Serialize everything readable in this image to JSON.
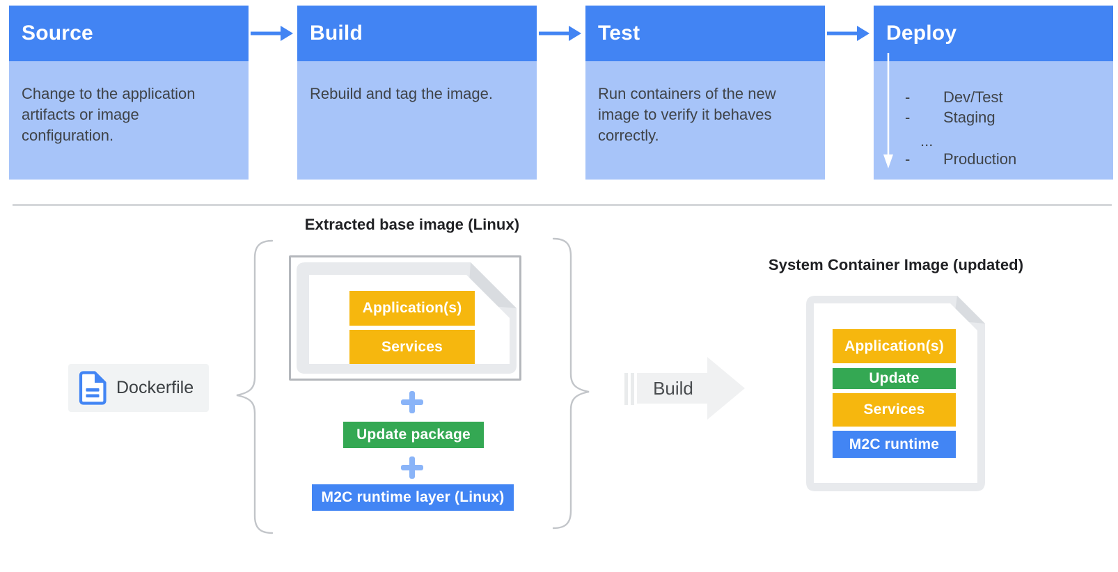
{
  "colors": {
    "stage_header_blue": "#4284F3",
    "stage_body_blue": "#A7C4F9",
    "flow_arrow_blue": "#4284F3",
    "layer_yellow": "#F6B70E",
    "layer_green": "#34A853",
    "layer_blue": "#4285F4",
    "plus_blue": "#8AB4F8",
    "file_gray": "#E8EAED",
    "build_arrow_gray": "#F0F1F2"
  },
  "pipeline": {
    "stages": [
      {
        "title": "Source",
        "description": "Change to the application artifacts or image configuration."
      },
      {
        "title": "Build",
        "description": "Rebuild and tag the image."
      },
      {
        "title": "Test",
        "description": "Run containers of the new image to verify it behaves correctly."
      },
      {
        "title": "Deploy",
        "description": ""
      }
    ],
    "deploy_targets": [
      {
        "bullet": "-",
        "label": "Dev/Test"
      },
      {
        "bullet": "-",
        "label": "Staging"
      },
      {
        "bullet": "",
        "label": "..."
      },
      {
        "bullet": "-",
        "label": "Production"
      }
    ]
  },
  "update_flow": {
    "dockerfile_label": "Dockerfile",
    "extracted_image": {
      "title": "Extracted base image (Linux)",
      "layers": [
        "Application(s)",
        "Services"
      ]
    },
    "update_package_label": "Update package",
    "runtime_layer_label": "M2C runtime layer (Linux)",
    "build_label": "Build",
    "result_image": {
      "title": "System Container Image (updated)",
      "layers": [
        {
          "label": "Application(s)",
          "color": "#F6B70E"
        },
        {
          "label": "Update",
          "color": "#34A853"
        },
        {
          "label": "Services",
          "color": "#F6B70E"
        },
        {
          "label": "M2C runtime",
          "color": "#4285F4"
        }
      ]
    }
  }
}
